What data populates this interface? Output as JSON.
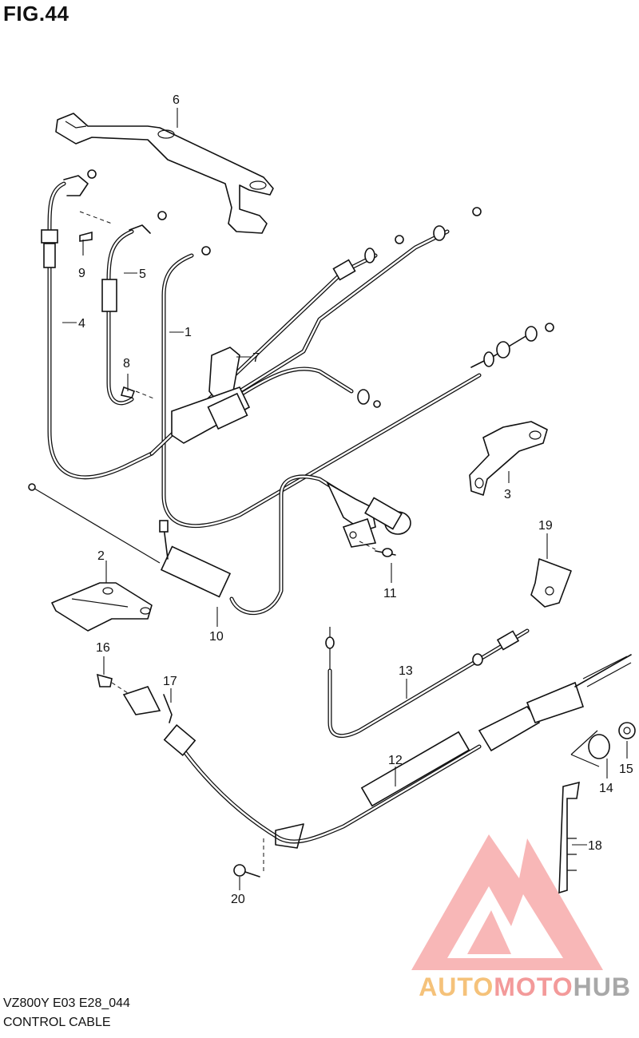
{
  "figure": {
    "title": "FIG.44"
  },
  "callouts": [
    {
      "id": "c1",
      "label": "1"
    },
    {
      "id": "c2",
      "label": "2"
    },
    {
      "id": "c3",
      "label": "3"
    },
    {
      "id": "c4",
      "label": "4"
    },
    {
      "id": "c5",
      "label": "5"
    },
    {
      "id": "c6",
      "label": "6"
    },
    {
      "id": "c7",
      "label": "7"
    },
    {
      "id": "c8",
      "label": "8"
    },
    {
      "id": "c9",
      "label": "9"
    },
    {
      "id": "c10",
      "label": "10"
    },
    {
      "id": "c11",
      "label": "11"
    },
    {
      "id": "c12",
      "label": "12"
    },
    {
      "id": "c13",
      "label": "13"
    },
    {
      "id": "c14",
      "label": "14"
    },
    {
      "id": "c15",
      "label": "15"
    },
    {
      "id": "c16",
      "label": "16"
    },
    {
      "id": "c17",
      "label": "17"
    },
    {
      "id": "c18",
      "label": "18"
    },
    {
      "id": "c19",
      "label": "19"
    },
    {
      "id": "c20",
      "label": "20"
    }
  ],
  "footer": {
    "code": "VZ800Y E03 E28_044",
    "name": "CONTROL CABLE"
  },
  "watermark": {
    "part1": "AUTO",
    "part2": "MOTO",
    "part3": "HUB",
    "colors": {
      "auto": "#f5c27a",
      "moto": "#f39a9a",
      "hub": "#a8a8a8",
      "logo": "#f39a9a"
    }
  }
}
